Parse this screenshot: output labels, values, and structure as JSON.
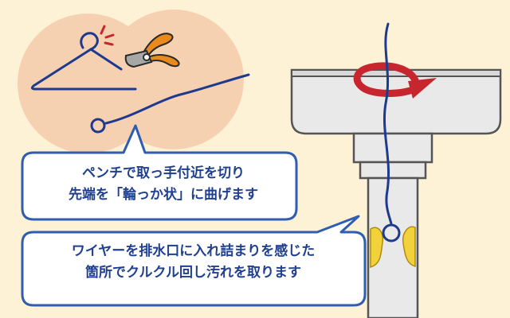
{
  "captions": {
    "step1_line1": "ペンチで取っ手付近を切り",
    "step1_line2": "先端を「輪っか状」に曲げます",
    "step2_line1": "ワイヤーを排水口に入れ詰まりを感じた",
    "step2_line2": "箇所でクルクル回し汚れを取ります"
  },
  "colors": {
    "background": "#fdf1d6",
    "circle": "#f6d1b1",
    "wire": "#1d3a8e",
    "bubble_border": "#2f5db0",
    "text": "#1f3f8f",
    "rotate_arrow": "#c8262e",
    "clog": "#f2d23a",
    "pipe": "#ececec",
    "pliers_handle": "#e98a1c"
  },
  "icons": [
    "hanger-icon",
    "pliers-icon",
    "snap-mark-icon",
    "rotate-arrow-icon"
  ]
}
